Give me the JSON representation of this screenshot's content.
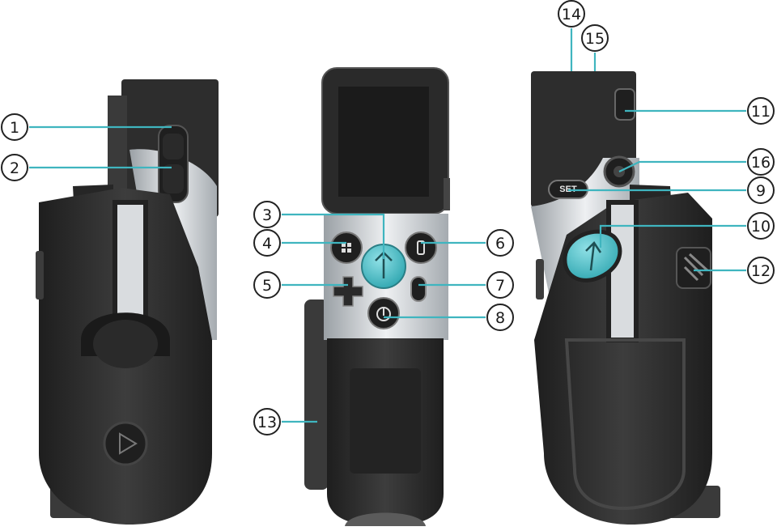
{
  "colors": {
    "accent": "#3fb5bf",
    "body_dark": "#2b2b2b",
    "body_mid": "#3a3a3a",
    "silver": "#d9dcdf",
    "screen": "#1c1c1c"
  },
  "views": {
    "left_side": {
      "buttons": [
        "volume-up-button",
        "volume-down-button"
      ]
    },
    "front": {
      "buttons": [
        "menu-button",
        "ptt-button",
        "record-button",
        "dpad-button",
        "mode-button",
        "power-button"
      ],
      "icons": [
        "grid-icon",
        "arrow-up-icon",
        "rectangle-icon",
        "plus-cross-icon",
        "capsule-icon",
        "power-icon"
      ]
    },
    "right_side": {
      "set_label": "SET",
      "buttons": [
        "set-button",
        "side-ptt-button",
        "top-switch",
        "clip-latch",
        "side-knob"
      ]
    }
  },
  "callouts": [
    {
      "num": "1"
    },
    {
      "num": "2"
    },
    {
      "num": "3"
    },
    {
      "num": "4"
    },
    {
      "num": "5"
    },
    {
      "num": "6"
    },
    {
      "num": "7"
    },
    {
      "num": "8"
    },
    {
      "num": "9"
    },
    {
      "num": "10"
    },
    {
      "num": "11"
    },
    {
      "num": "12"
    },
    {
      "num": "13"
    },
    {
      "num": "14"
    },
    {
      "num": "15"
    },
    {
      "num": "16"
    }
  ]
}
